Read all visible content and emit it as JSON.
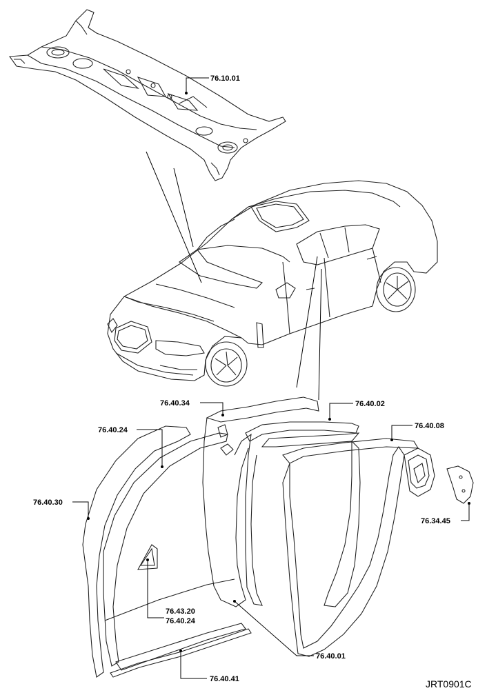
{
  "figure_id": "JRT0901C",
  "callouts": [
    {
      "id": "cowl-panel",
      "text": "76.10.01"
    },
    {
      "id": "front-door-upper-seal",
      "text": "76.40.34"
    },
    {
      "id": "rear-door-upper-seal",
      "text": "76.40.02"
    },
    {
      "id": "rear-door-frame-seal",
      "text": "76.40.08"
    },
    {
      "id": "front-door-aperture-seal",
      "text": "76.40.24"
    },
    {
      "id": "front-body-seal",
      "text": "76.40.30"
    },
    {
      "id": "rear-quarter-trim",
      "text": "76.34.45"
    },
    {
      "id": "mirror-sail-seal",
      "text": "76.43.20"
    },
    {
      "id": "mirror-sail-seal-2",
      "text": "76.40.24"
    },
    {
      "id": "rear-door-aperture-seal",
      "text": "76.40.01"
    },
    {
      "id": "sill-seal",
      "text": "76.40.41"
    }
  ],
  "colors": {
    "line": "#000000",
    "background": "#ffffff"
  }
}
